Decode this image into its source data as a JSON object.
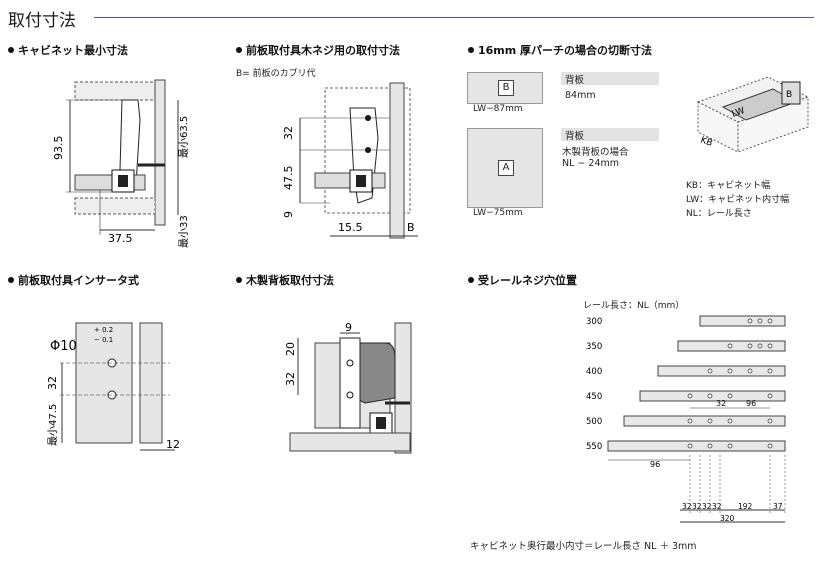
{
  "page_title": "取付寸法",
  "sections": {
    "cabinet_min": {
      "heading": "キャビネット最小寸法",
      "dims": {
        "height": "93.5",
        "top_min": "最小63.5",
        "bottom_min": "最小33",
        "depth": "37.5"
      }
    },
    "front_wood": {
      "heading": "前板取付具木ネジ用の取付寸法",
      "note": "B= 前板のカブリ代",
      "dims": {
        "d32": "32",
        "d47_5": "47.5",
        "d9": "9",
        "d15_5": "15.5",
        "b": "B"
      }
    },
    "cut_16mm": {
      "heading": "16mm 厚パーチの場合の切断寸法",
      "box_b": {
        "letter": "B",
        "width": "LW−87mm",
        "label": "背板",
        "value": "84mm"
      },
      "box_a": {
        "letter": "A",
        "width": "LW−75mm",
        "label": "背板",
        "line1": "木製背板の場合",
        "line2": "NL − 24mm"
      },
      "legend": [
        "KB：キャビネット幅",
        "LW：キャビネット内寸幅",
        "NL：レール長さ"
      ],
      "iso_labels": {
        "kb": "KB",
        "lw": "LW",
        "b": "B"
      }
    },
    "insert": {
      "heading": "前板取付具インサータ式",
      "phi": "Φ10",
      "tol_plus": "+ 0.2",
      "tol_minus": "− 0.1",
      "dims": {
        "d32": "32",
        "d47_5": "最小47.5",
        "d12": "12"
      }
    },
    "wood_back": {
      "heading": "木製背板取付寸法",
      "dims": {
        "d9": "9",
        "d20": "20",
        "d32": "32"
      }
    },
    "rail_holes": {
      "heading": "受レールネジ穴位置",
      "axis_label": "レール長さ：NL（mm）",
      "lengths": [
        "300",
        "350",
        "400",
        "450",
        "500",
        "550"
      ],
      "inner_dims": {
        "d32": "32",
        "d96": "96"
      },
      "left_dim": "96",
      "bottom_dims": {
        "a": "32",
        "b": "32",
        "c": "32",
        "d": "32",
        "e": "192",
        "f": "37",
        "total": "320"
      },
      "footnote": "キャビネット奥行最小内寸＝レール長さ NL ＋ 3mm"
    }
  }
}
